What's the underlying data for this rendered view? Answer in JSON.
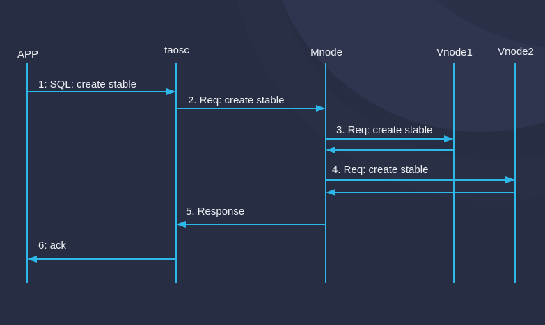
{
  "diagram": {
    "type": "sequence",
    "participants": [
      {
        "name": "APP"
      },
      {
        "name": "taosc"
      },
      {
        "name": "Mnode"
      },
      {
        "name": "Vnode1"
      },
      {
        "name": "Vnode2"
      }
    ],
    "messages": [
      {
        "label": "1: SQL: create stable",
        "from": "APP",
        "to": "taosc",
        "direction": "right"
      },
      {
        "label": "2. Req: create stable",
        "from": "taosc",
        "to": "Mnode",
        "direction": "right"
      },
      {
        "label": "3. Req: create stable",
        "from": "Mnode",
        "to": "Vnode1",
        "direction": "right"
      },
      {
        "label": "",
        "from": "Vnode1",
        "to": "Mnode",
        "direction": "left"
      },
      {
        "label": "4. Req: create stable",
        "from": "Mnode",
        "to": "Vnode2",
        "direction": "right"
      },
      {
        "label": "",
        "from": "Vnode2",
        "to": "Mnode",
        "direction": "left"
      },
      {
        "label": "5. Response",
        "from": "Mnode",
        "to": "taosc",
        "direction": "left"
      },
      {
        "label": "6: ack",
        "from": "taosc",
        "to": "APP",
        "direction": "left"
      }
    ],
    "colors": {
      "background": "#272d42",
      "line": "#2eb8ea",
      "text": "#eceef2"
    }
  }
}
